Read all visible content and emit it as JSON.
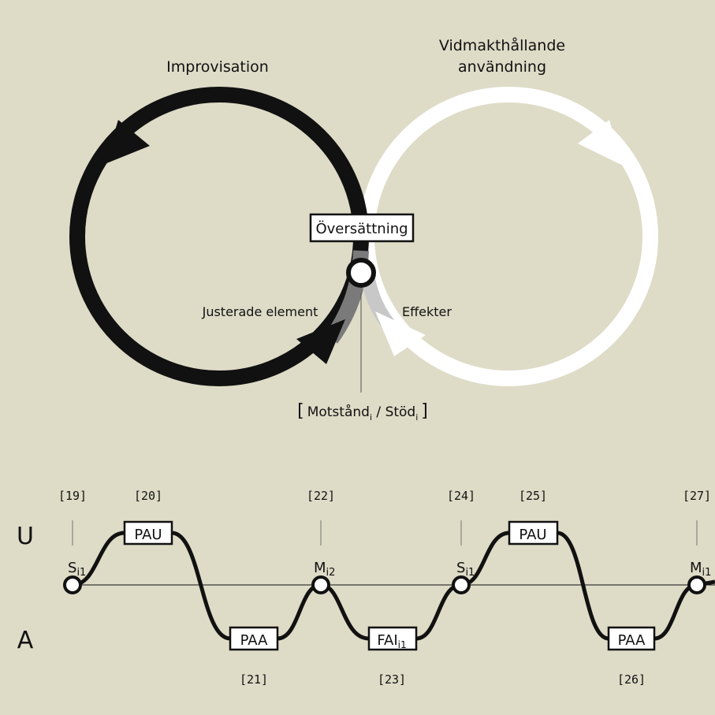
{
  "top": {
    "improvisation": "Improvisation",
    "maintenance_line1": "Vidmakthållande",
    "maintenance_line2": "användning",
    "translation": "Översättning",
    "adjusted": "Justerade element",
    "effects": "Effekter",
    "resistance": {
      "open": "[",
      "word1": "Motstånd",
      "sub1": "i",
      "sep": " / ",
      "word2": "Stöd",
      "sub2": "i",
      "close": "]"
    }
  },
  "bottom": {
    "axis_upper": "U",
    "axis_lower": "A",
    "refs": [
      "[19]",
      "[20]",
      "[21]",
      "[22]",
      "[23]",
      "[24]",
      "[25]",
      "[26]",
      "[27]"
    ],
    "boxes": [
      {
        "text": "PAU",
        "sub": ""
      },
      {
        "text": "PAA",
        "sub": ""
      },
      {
        "text": "FAI",
        "sub": "i1"
      },
      {
        "text": "PAU",
        "sub": ""
      },
      {
        "text": "PAA",
        "sub": ""
      }
    ],
    "nodes": [
      {
        "main": "S",
        "sub": "i1"
      },
      {
        "main": "M",
        "sub": "i2"
      },
      {
        "main": "S",
        "sub": "i1"
      },
      {
        "main": "M",
        "sub": "i1"
      }
    ]
  }
}
